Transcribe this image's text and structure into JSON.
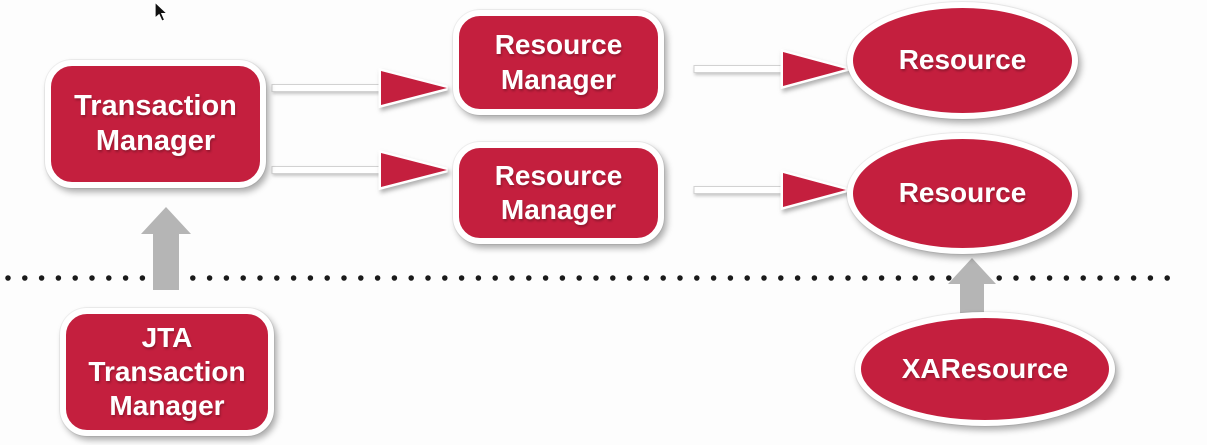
{
  "diagram": {
    "nodes": {
      "transaction_manager": {
        "label": "Transaction Manager",
        "shape": "rounded-rectangle"
      },
      "resource_manager_1": {
        "label": "Resource Manager",
        "shape": "rounded-rectangle"
      },
      "resource_manager_2": {
        "label": "Resource Manager",
        "shape": "rounded-rectangle"
      },
      "resource_1": {
        "label": "Resource",
        "shape": "ellipse"
      },
      "resource_2": {
        "label": "Resource",
        "shape": "ellipse"
      },
      "jta_transaction_manager": {
        "label": "JTA Transaction Manager",
        "shape": "rounded-rectangle"
      },
      "xa_resource": {
        "label": "XAResource",
        "shape": "ellipse"
      }
    },
    "edges": [
      {
        "from": "transaction_manager",
        "to": "resource_manager_1",
        "style": "red-tipped-arrow"
      },
      {
        "from": "transaction_manager",
        "to": "resource_manager_2",
        "style": "red-tipped-arrow"
      },
      {
        "from": "resource_manager_1",
        "to": "resource_1",
        "style": "red-tipped-arrow"
      },
      {
        "from": "resource_manager_2",
        "to": "resource_2",
        "style": "red-tipped-arrow"
      },
      {
        "from": "jta_transaction_manager",
        "to": "transaction_manager",
        "style": "gray-block-arrow"
      },
      {
        "from": "xa_resource",
        "to": "resource_2",
        "style": "gray-block-arrow"
      }
    ],
    "separator": {
      "style": "horizontal-dotted-line"
    },
    "colors": {
      "node_fill": "#c41f3e",
      "node_border": "#ffffff",
      "node_text": "#ffffff",
      "arrow_head": "#c41f3e",
      "gray_arrow": "#b5b5b5",
      "dot": "#1a1a1a",
      "background": "#fdfdfd"
    },
    "cursor": {
      "icon": "arrow-pointer"
    }
  }
}
